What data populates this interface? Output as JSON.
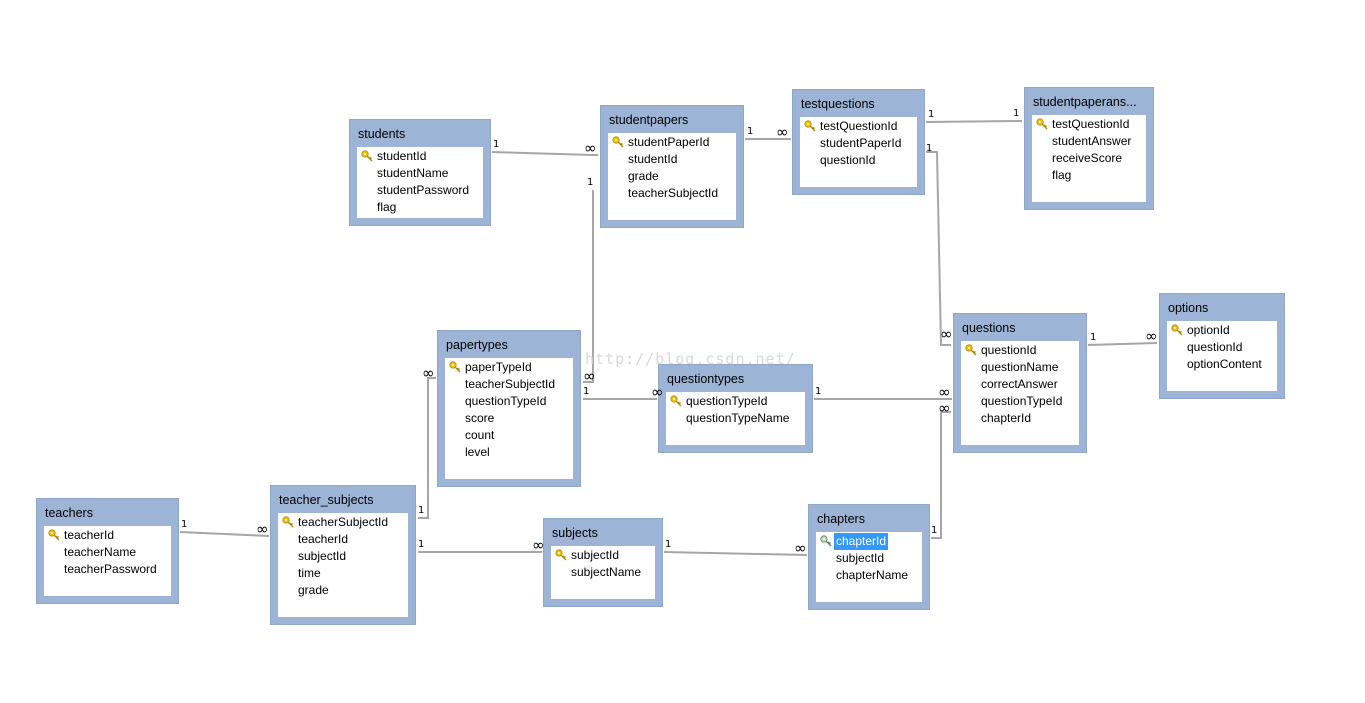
{
  "diagram": {
    "watermark": "http://blog.csdn.net/",
    "tables": [
      {
        "id": "students",
        "title": "students",
        "fields": [
          {
            "name": "studentId",
            "pk": true
          },
          {
            "name": "studentName"
          },
          {
            "name": "studentPassword"
          },
          {
            "name": "flag"
          }
        ]
      },
      {
        "id": "studentpapers",
        "title": "studentpapers",
        "fields": [
          {
            "name": "studentPaperId",
            "pk": true
          },
          {
            "name": "studentId"
          },
          {
            "name": "grade"
          },
          {
            "name": "teacherSubjectId"
          }
        ]
      },
      {
        "id": "testquestions",
        "title": "testquestions",
        "fields": [
          {
            "name": "testQuestionId",
            "pk": true
          },
          {
            "name": "studentPaperId"
          },
          {
            "name": "questionId"
          }
        ]
      },
      {
        "id": "studentpaperanswers",
        "title": "studentpaperans...",
        "fields": [
          {
            "name": "testQuestionId",
            "pk": true
          },
          {
            "name": "studentAnswer"
          },
          {
            "name": "receiveScore"
          },
          {
            "name": "flag"
          }
        ]
      },
      {
        "id": "options",
        "title": "options",
        "fields": [
          {
            "name": "optionId",
            "pk": true
          },
          {
            "name": "questionId"
          },
          {
            "name": "optionContent"
          }
        ]
      },
      {
        "id": "questions",
        "title": "questions",
        "fields": [
          {
            "name": "questionId",
            "pk": true
          },
          {
            "name": "questionName"
          },
          {
            "name": "correctAnswer"
          },
          {
            "name": "questionTypeId"
          },
          {
            "name": "chapterId"
          }
        ]
      },
      {
        "id": "papertypes",
        "title": "papertypes",
        "fields": [
          {
            "name": "paperTypeId",
            "pk": true
          },
          {
            "name": "teacherSubjectId"
          },
          {
            "name": "questionTypeId"
          },
          {
            "name": "score"
          },
          {
            "name": "count"
          },
          {
            "name": "level"
          }
        ]
      },
      {
        "id": "questiontypes",
        "title": "questiontypes",
        "fields": [
          {
            "name": "questionTypeId",
            "pk": true
          },
          {
            "name": "questionTypeName"
          }
        ]
      },
      {
        "id": "teachers",
        "title": "teachers",
        "fields": [
          {
            "name": "teacherId",
            "pk": true
          },
          {
            "name": "teacherName"
          },
          {
            "name": "teacherPassword"
          }
        ]
      },
      {
        "id": "teacher_subjects",
        "title": "teacher_subjects",
        "fields": [
          {
            "name": "teacherSubjectId",
            "pk": true
          },
          {
            "name": "teacherId"
          },
          {
            "name": "subjectId"
          },
          {
            "name": "time"
          },
          {
            "name": "grade"
          }
        ]
      },
      {
        "id": "subjects",
        "title": "subjects",
        "fields": [
          {
            "name": "subjectId",
            "pk": true
          },
          {
            "name": "subjectName"
          }
        ]
      },
      {
        "id": "chapters",
        "title": "chapters",
        "fields": [
          {
            "name": "chapterId",
            "pk": true,
            "selected": true
          },
          {
            "name": "subjectId"
          },
          {
            "name": "chapterName"
          }
        ]
      }
    ],
    "relationships": [
      {
        "from": "students",
        "to": "studentpapers",
        "from_card": "1",
        "to_card": "∞"
      },
      {
        "from": "studentpapers",
        "to": "testquestions",
        "from_card": "1",
        "to_card": "∞"
      },
      {
        "from": "testquestions",
        "to": "studentpaperanswers",
        "from_card": "1",
        "to_card": "1"
      },
      {
        "from": "questions",
        "to": "testquestions",
        "from_card": "1",
        "to_card": "∞"
      },
      {
        "from": "questions",
        "to": "options",
        "from_card": "1",
        "to_card": "∞"
      },
      {
        "from": "teacher_subjects",
        "to": "studentpapers",
        "from_card": "1",
        "to_card": "∞"
      },
      {
        "from": "questiontypes",
        "to": "papertypes",
        "from_card": "1",
        "to_card": "∞"
      },
      {
        "from": "questiontypes",
        "to": "questions",
        "from_card": "1",
        "to_card": "∞"
      },
      {
        "from": "teacher_subjects",
        "to": "papertypes",
        "from_card": "1",
        "to_card": "∞"
      },
      {
        "from": "teachers",
        "to": "teacher_subjects",
        "from_card": "1",
        "to_card": "∞"
      },
      {
        "from": "subjects",
        "to": "teacher_subjects",
        "from_card": "1",
        "to_card": "∞"
      },
      {
        "from": "subjects",
        "to": "chapters",
        "from_card": "1",
        "to_card": "∞"
      },
      {
        "from": "chapters",
        "to": "questions",
        "from_card": "1",
        "to_card": "∞"
      }
    ]
  }
}
